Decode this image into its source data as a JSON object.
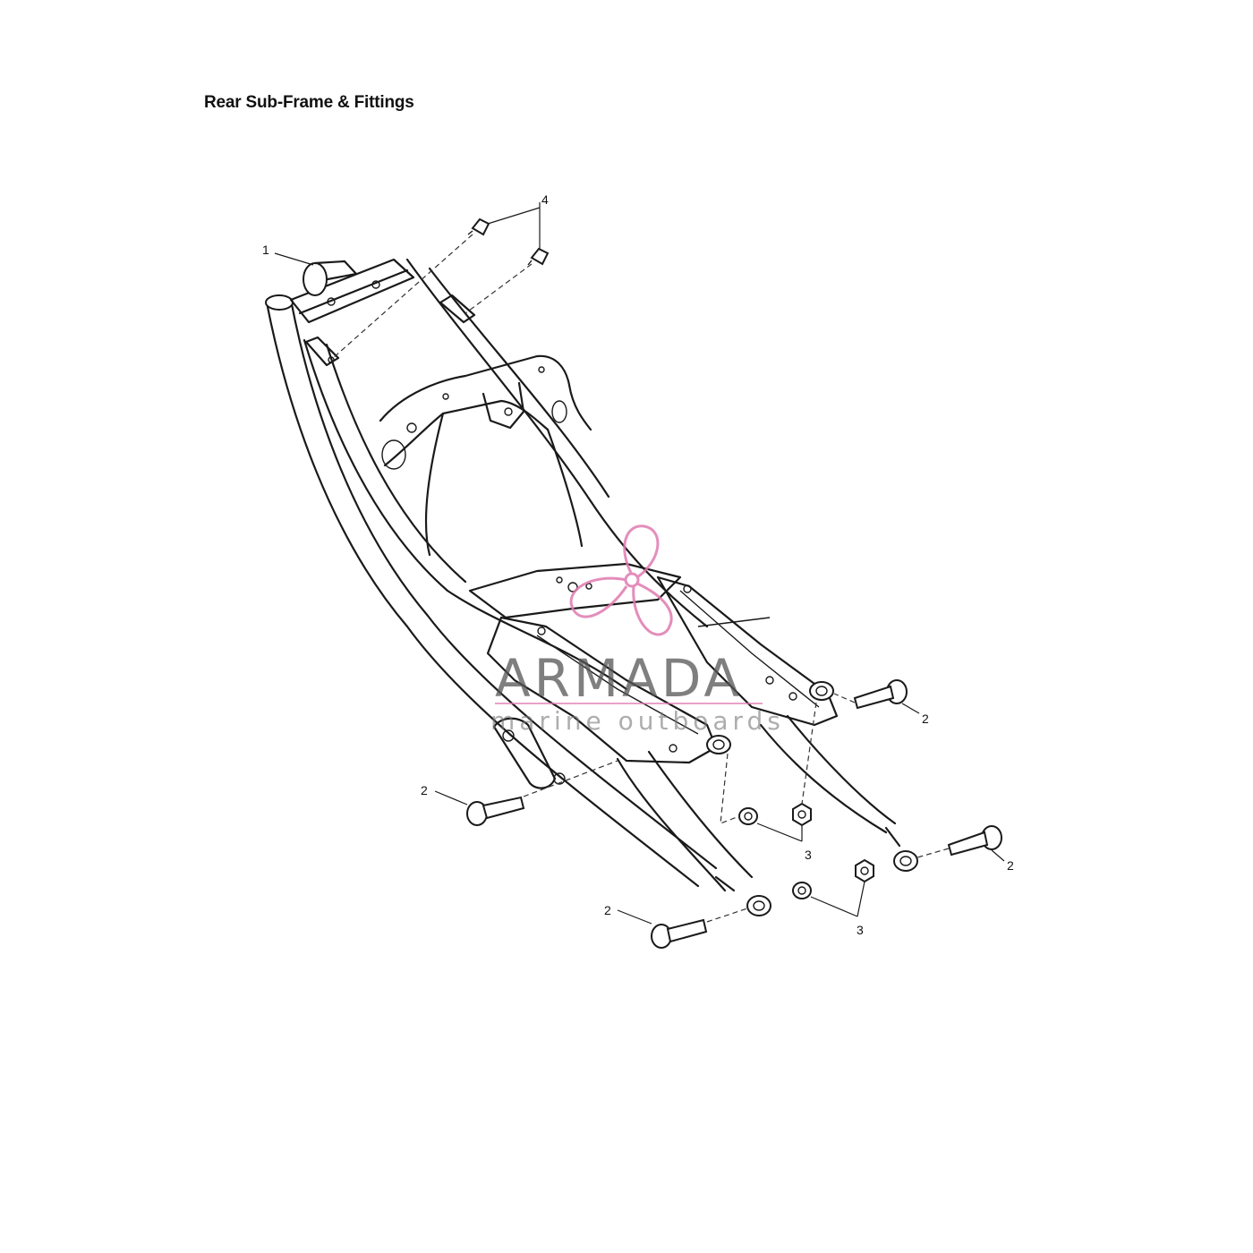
{
  "title": "Rear Sub-Frame & Fittings",
  "callouts": {
    "c1": "1",
    "c2a": "2",
    "c2b": "2",
    "c2c": "2",
    "c2d": "2",
    "c3a": "3",
    "c3b": "3",
    "c4": "4"
  },
  "watermark": {
    "brand": "ARMADA",
    "tagline": "marine outboards",
    "logo_color": "#e07ab0"
  }
}
